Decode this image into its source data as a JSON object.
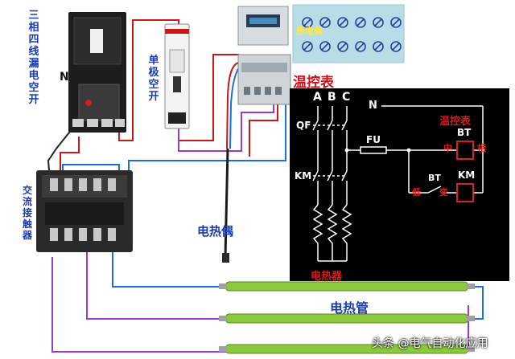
{
  "labels": {
    "breaker": "三相四线漏电空开",
    "neutral_mark": "N",
    "single_pole": "单极空开",
    "contactor": "交流接触器",
    "thermocouple": "电热偶",
    "temp_controller": "温控表",
    "wiring_paper": "热电偶",
    "heater_tubes": "电热管",
    "watermark": "头条 @电气自动化应用"
  },
  "schematic": {
    "phases": [
      "A",
      "B",
      "C"
    ],
    "neutral": "N",
    "qf": "QF",
    "km_left": "KM",
    "fu": "FU",
    "controller_title": "温控表",
    "bt_top": "BT",
    "mid": "中",
    "phase_x": "相",
    "bt_bottom": "BT",
    "low": "低",
    "high": "变",
    "km_right": "KM",
    "heater": "电热器"
  },
  "colors": {
    "schematic_bg": "#000000",
    "schematic_wire": "#ffffff",
    "schematic_red": "#e01818",
    "label_blue": "#1b3bb0",
    "label_red": "#d0101a",
    "wire_red": "#c81818",
    "wire_blue": "#1c6fd6",
    "wire_purple": "#9b3cc9"
  }
}
